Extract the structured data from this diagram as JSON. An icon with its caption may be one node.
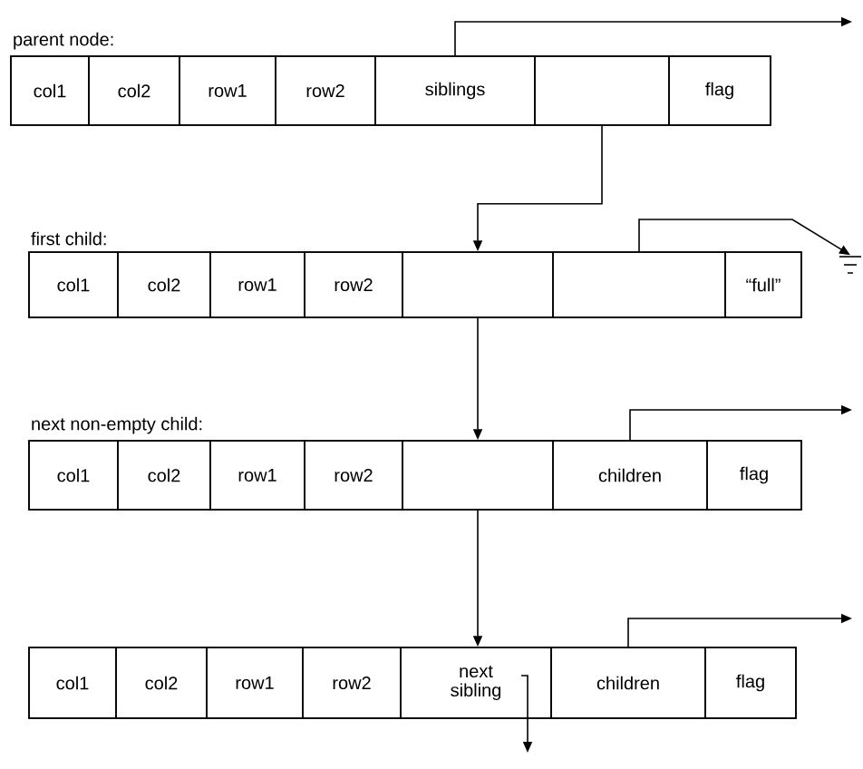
{
  "diagram": {
    "nodes": [
      {
        "text": [
          "parent node:"
        ]
      },
      {
        "text": [
          "col1"
        ],
        "in": 0
      },
      {
        "text": [
          "col2"
        ],
        "in": 0
      },
      {
        "text": [
          "row1"
        ],
        "in": 0
      },
      {
        "text": [
          "row2"
        ],
        "in": 0
      },
      {
        "text": [
          "siblings"
        ],
        "in": 0
      },
      {
        "text": [],
        "shape": "box",
        "in": 0
      },
      {
        "text": [
          "flag"
        ],
        "in": 0
      },
      {
        "text": [
          "first child:"
        ]
      },
      {
        "text": [
          "col1"
        ],
        "in": 8
      },
      {
        "text": [
          "col2"
        ],
        "in": 8
      },
      {
        "text": [
          "row1"
        ],
        "in": 8
      },
      {
        "text": [
          "row2"
        ],
        "in": 8
      },
      {
        "text": [],
        "shape": "box",
        "in": 8
      },
      {
        "text": [],
        "shape": "box",
        "in": 8
      },
      {
        "text": [
          "“full”"
        ],
        "in": 8
      },
      {
        "text": [],
        "shape": "ground"
      },
      {
        "text": [
          "next non-empty child:"
        ]
      },
      {
        "text": [
          "col1"
        ],
        "in": 17
      },
      {
        "text": [
          "col2"
        ],
        "in": 17
      },
      {
        "text": [
          "row1"
        ],
        "in": 17
      },
      {
        "text": [
          "row2"
        ],
        "in": 17
      },
      {
        "text": [],
        "shape": "box",
        "in": 17
      },
      {
        "text": [
          "children"
        ],
        "in": 17
      },
      {
        "text": [
          "flag"
        ],
        "in": 17
      },
      {
        "text": [],
        "shape": "box"
      },
      {
        "text": [
          "col1"
        ],
        "in": 25
      },
      {
        "text": [
          "col2"
        ],
        "in": 25
      },
      {
        "text": [
          "row1"
        ],
        "in": 25
      },
      {
        "text": [
          "row2"
        ],
        "in": 25
      },
      {
        "text": [
          "next sibling"
        ],
        "in": 25
      },
      {
        "text": [
          "children"
        ],
        "in": 25
      },
      {
        "text": [
          "flag"
        ],
        "in": 25
      }
    ],
    "edges": [
      {
        "from": 5,
        "to": null,
        "arrow": "to"
      },
      {
        "from": 6,
        "to": 13,
        "arrow": "to"
      },
      {
        "from": 14,
        "to": 16,
        "arrow": "to"
      },
      {
        "from": 13,
        "to": 22,
        "arrow": "to"
      },
      {
        "from": 23,
        "to": null,
        "arrow": "to"
      },
      {
        "from": 22,
        "to": 30,
        "arrow": "to"
      },
      {
        "from": 31,
        "to": null,
        "arrow": "to"
      },
      {
        "from": 30,
        "to": null,
        "arrow": "to"
      }
    ]
  }
}
